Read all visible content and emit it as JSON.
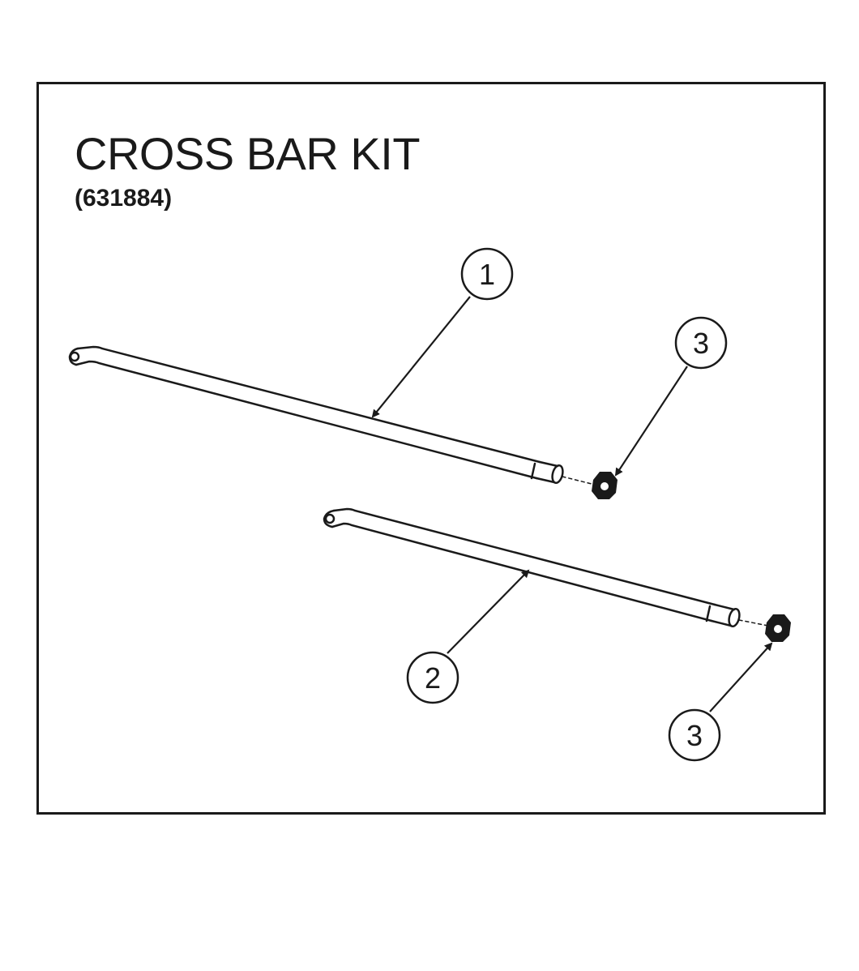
{
  "diagram": {
    "title": "CROSS BAR KIT",
    "part_number": "(631884)",
    "callouts": [
      {
        "label": "1",
        "refers_to": "bar-long"
      },
      {
        "label": "3",
        "refers_to": "nut-upper"
      },
      {
        "label": "2",
        "refers_to": "bar-short"
      },
      {
        "label": "3",
        "refers_to": "nut-lower"
      }
    ]
  },
  "colors": {
    "ink": "#1a1a1a",
    "background": "#ffffff"
  }
}
